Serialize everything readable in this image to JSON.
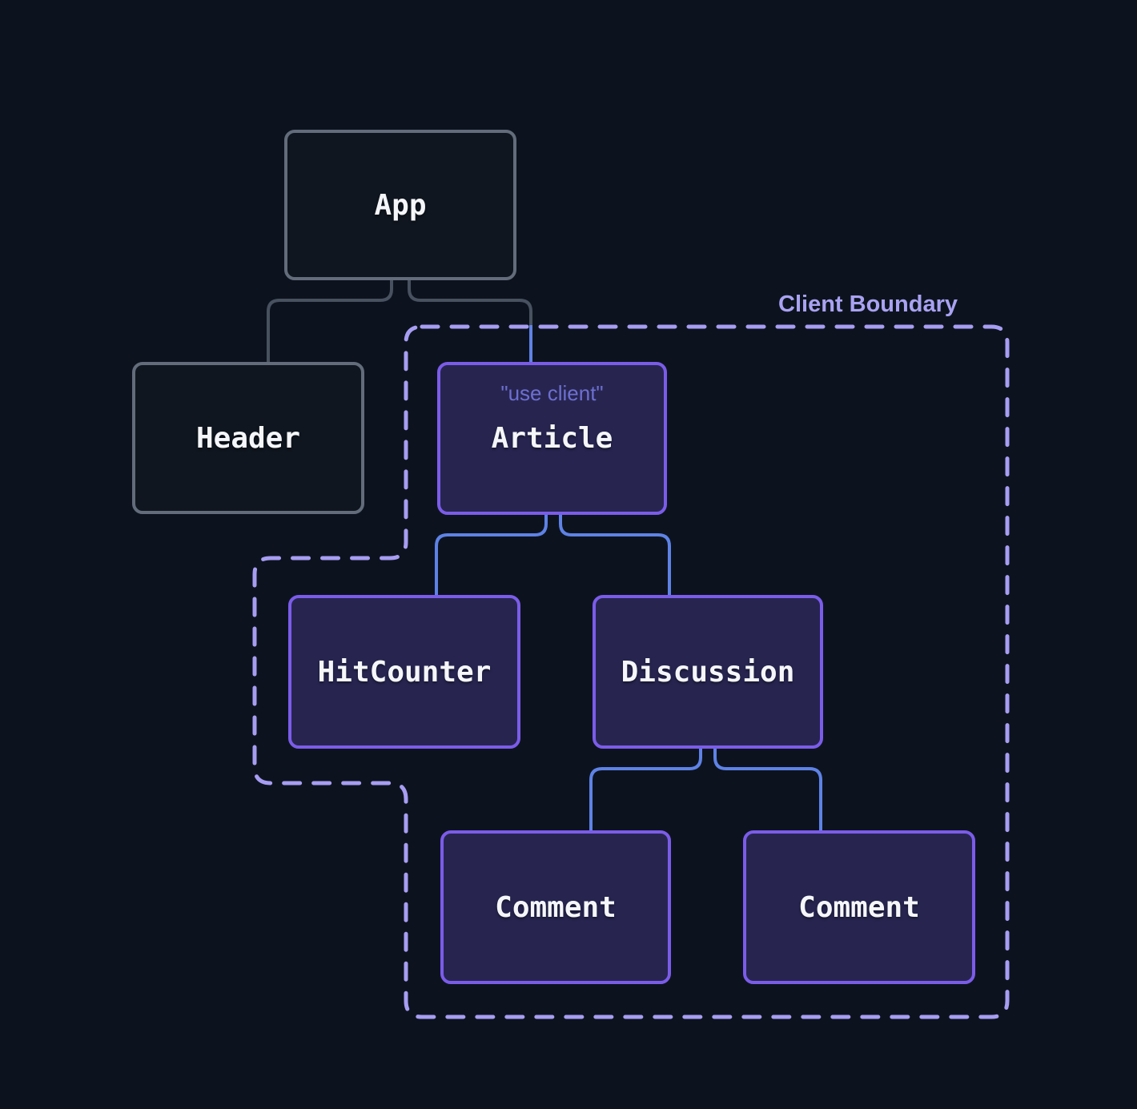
{
  "diagram": {
    "description": "React server/client component tree with a client boundary",
    "boundary": {
      "label": "Client Boundary"
    },
    "nodes": {
      "app": {
        "label": "App",
        "type": "server"
      },
      "header": {
        "label": "Header",
        "type": "server"
      },
      "article": {
        "label": "Article",
        "type": "client",
        "directive": "\"use client\""
      },
      "hitCounter": {
        "label": "HitCounter",
        "type": "client"
      },
      "discussion": {
        "label": "Discussion",
        "type": "client"
      },
      "comment1": {
        "label": "Comment",
        "type": "client"
      },
      "comment2": {
        "label": "Comment",
        "type": "client"
      }
    },
    "edges": [
      {
        "from": "App",
        "to": "Header"
      },
      {
        "from": "App",
        "to": "Article"
      },
      {
        "from": "Article",
        "to": "HitCounter"
      },
      {
        "from": "Article",
        "to": "Discussion"
      },
      {
        "from": "Discussion",
        "to": "Comment"
      },
      {
        "from": "Discussion",
        "to": "Comment"
      }
    ],
    "colors": {
      "background": "#0d131e",
      "server_node_border": "#626c7a",
      "server_node_fill": "#10161f",
      "client_node_border": "#7b5ce9",
      "client_node_fill": "#272550",
      "server_edge": "#47515f",
      "client_edge": "#5e82e6",
      "boundary_dash": "#a79df2",
      "boundary_label_text": "#a9a2f2",
      "node_label_text": "#f4f6f9",
      "directive_text": "#6d6fd1"
    }
  }
}
